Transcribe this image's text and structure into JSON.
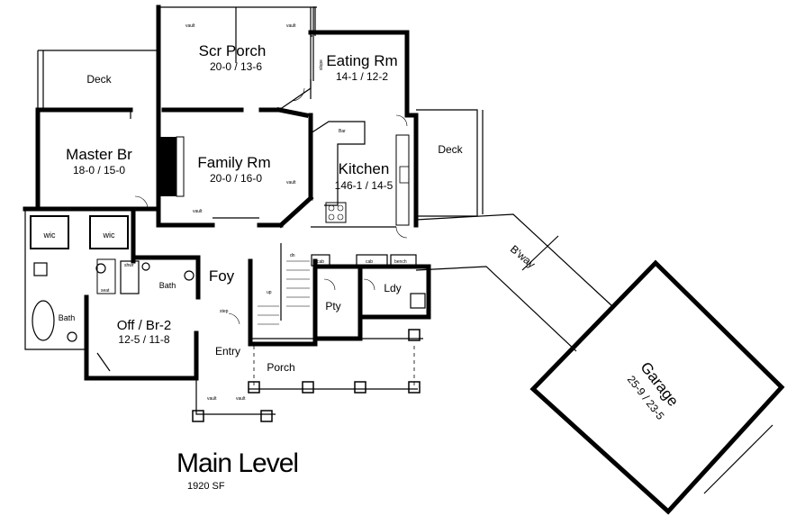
{
  "title": "Main Level",
  "area": "1920 SF",
  "rooms": {
    "scr_porch": {
      "name": "Scr Porch",
      "dims": "20-0 / 13-6"
    },
    "eating_rm": {
      "name": "Eating Rm",
      "dims": "14-1 / 12-2"
    },
    "deck_left": {
      "name": "Deck"
    },
    "master_br": {
      "name": "Master Br",
      "dims": "18-0 / 15-0"
    },
    "family_rm": {
      "name": "Family Rm",
      "dims": "20-0 / 16-0"
    },
    "kitchen": {
      "name": "Kitchen",
      "dims": "146-1 / 14-5"
    },
    "deck_right": {
      "name": "Deck"
    },
    "wic_1": {
      "name": "wic"
    },
    "wic_2": {
      "name": "wic"
    },
    "bath_1": {
      "name": "Bath"
    },
    "bath_2": {
      "name": "Bath"
    },
    "foy": {
      "name": "Foy"
    },
    "off_br2": {
      "name": "Off / Br-2",
      "dims": "12-5 / 11-8"
    },
    "pty": {
      "name": "Pty"
    },
    "ldy": {
      "name": "Ldy"
    },
    "entry": {
      "name": "Entry"
    },
    "porch": {
      "name": "Porch"
    },
    "bway": {
      "name": "B'way"
    },
    "garage": {
      "name": "Garage",
      "dims": "25-9 / 23-5"
    }
  },
  "labels": {
    "bar": "Bar",
    "cab_1": "cab",
    "cab_2": "cab",
    "bench": "bench",
    "dn": "dn",
    "up": "up",
    "shwr": "shwr",
    "seat": "seat",
    "vault": "vault",
    "slope": "slope",
    "step": "step"
  }
}
